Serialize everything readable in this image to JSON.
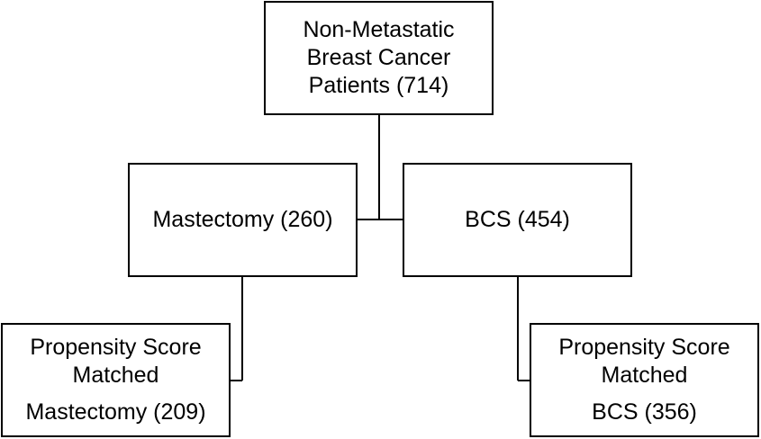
{
  "nodes": {
    "root": {
      "lines": [
        "Non-Metastatic",
        "Breast Cancer",
        "Patients (714)"
      ]
    },
    "mastectomy": {
      "label": "Mastectomy (260)"
    },
    "bcs": {
      "label": "BCS (454)"
    },
    "matched_mastectomy": {
      "lines": [
        "Propensity Score",
        "Matched",
        "Mastectomy (209)"
      ]
    },
    "matched_bcs": {
      "lines": [
        "Propensity Score",
        "Matched",
        "BCS (356)"
      ]
    }
  },
  "colors": {
    "stroke": "#000000",
    "fill": "#ffffff"
  }
}
